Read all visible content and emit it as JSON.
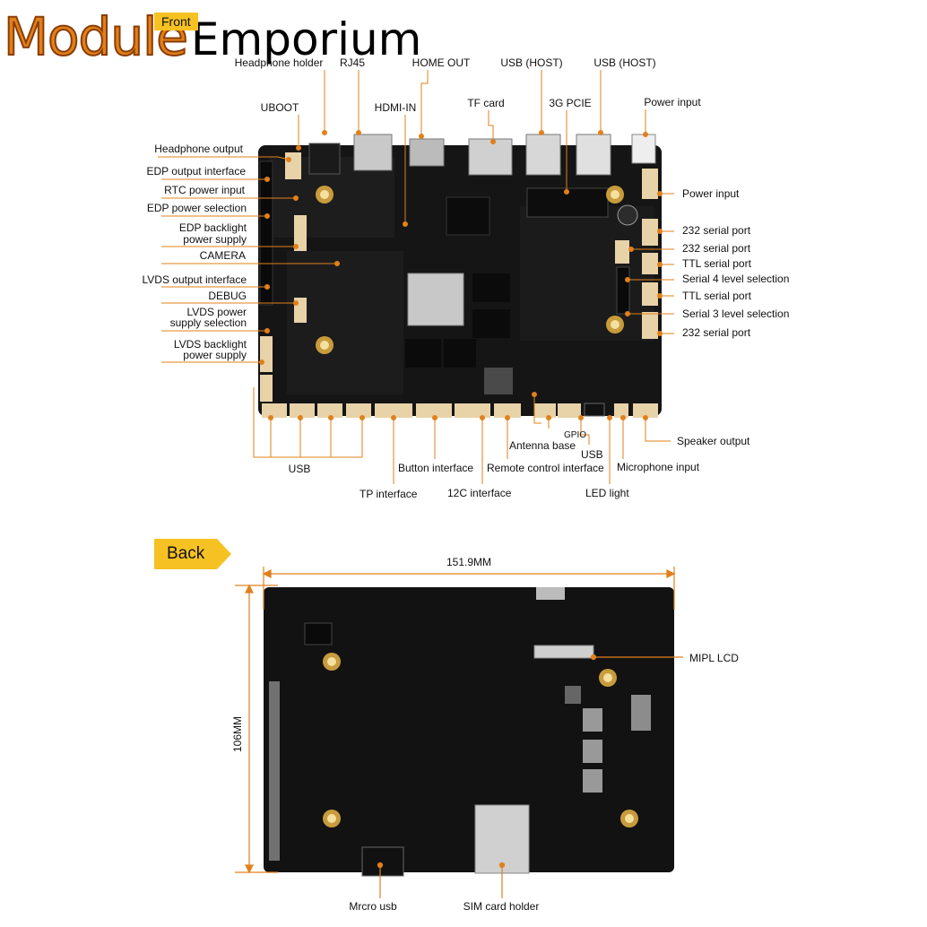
{
  "brand": {
    "part1": "Module",
    "part2": "Emporium"
  },
  "tags": {
    "front": "Front",
    "back": "Back"
  },
  "front_labels": {
    "headphone_holder": "Headphone holder",
    "rj45": "RJ45",
    "home_out": "HOME OUT",
    "usb_host_1": "USB (HOST)",
    "usb_host_2": "USB (HOST)",
    "uboot": "UBOOT",
    "hdmi_in": "HDMI-IN",
    "tf_card": "TF card",
    "pcie_3g": "3G PCIE",
    "power_input_top": "Power input",
    "headphone_output": "Headphone output",
    "edp_output": "EDP output interface",
    "rtc_power": "RTC power input",
    "edp_power_sel": "EDP power selection",
    "edp_backlight_1": "EDP backlight",
    "edp_backlight_2": "power supply",
    "camera": "CAMERA",
    "lvds_output": "LVDS output interface",
    "debug": "DEBUG",
    "lvds_power_1": "LVDS power",
    "lvds_power_2": "supply selection",
    "lvds_backlight_1": "LVDS backlight",
    "lvds_backlight_2": "power supply",
    "power_input_right": "Power input",
    "serial_232_1": "232 serial port",
    "serial_232_2": "232 serial port",
    "ttl_1": "TTL serial port",
    "serial4_sel": "Serial 4 level selection",
    "ttl_2": "TTL serial port",
    "serial3_sel": "Serial 3 level selection",
    "serial_232_3": "232 serial port",
    "gpio": "GPIO",
    "antenna": "Antenna base",
    "usb_bottom": "USB",
    "speaker": "Speaker output",
    "usb_group": "USB",
    "button": "Button interface",
    "remote": "Remote control interface",
    "microphone": "Microphone input",
    "tp": "TP interface",
    "i2c": "12C interface",
    "led": "LED light"
  },
  "back_labels": {
    "width": "151.9MM",
    "height": "106MM",
    "mipi_lcd": "MIPL LCD",
    "micro_usb": "Mrcro usb",
    "sim_holder": "SIM card holder"
  },
  "colors": {
    "accent": "#e1801a",
    "tag": "#f6c223",
    "pcb": "#141414",
    "connector": "#e8d2a8"
  }
}
